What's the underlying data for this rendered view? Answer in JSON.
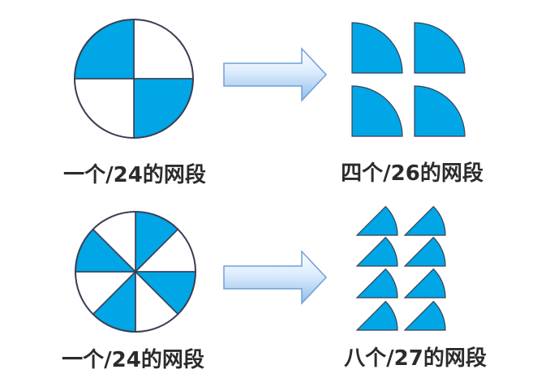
{
  "colors": {
    "sector_fill": "#00A6E6",
    "circle_stroke": "#3a3f55",
    "arrow_light": "#eef6ff",
    "arrow_dark": "#86b8e8",
    "arrow_stroke": "#6f9fd6"
  },
  "diagram": {
    "row1": {
      "left_label": "一个/24的网段",
      "right_label": "四个/26的网段",
      "sector_count": 4,
      "piece_count": 4
    },
    "row2": {
      "left_label": "一个/24的网段",
      "right_label": "八个/27的网段",
      "sector_count": 8,
      "piece_count": 8
    },
    "arrow_icon": "right-arrow-icon"
  }
}
